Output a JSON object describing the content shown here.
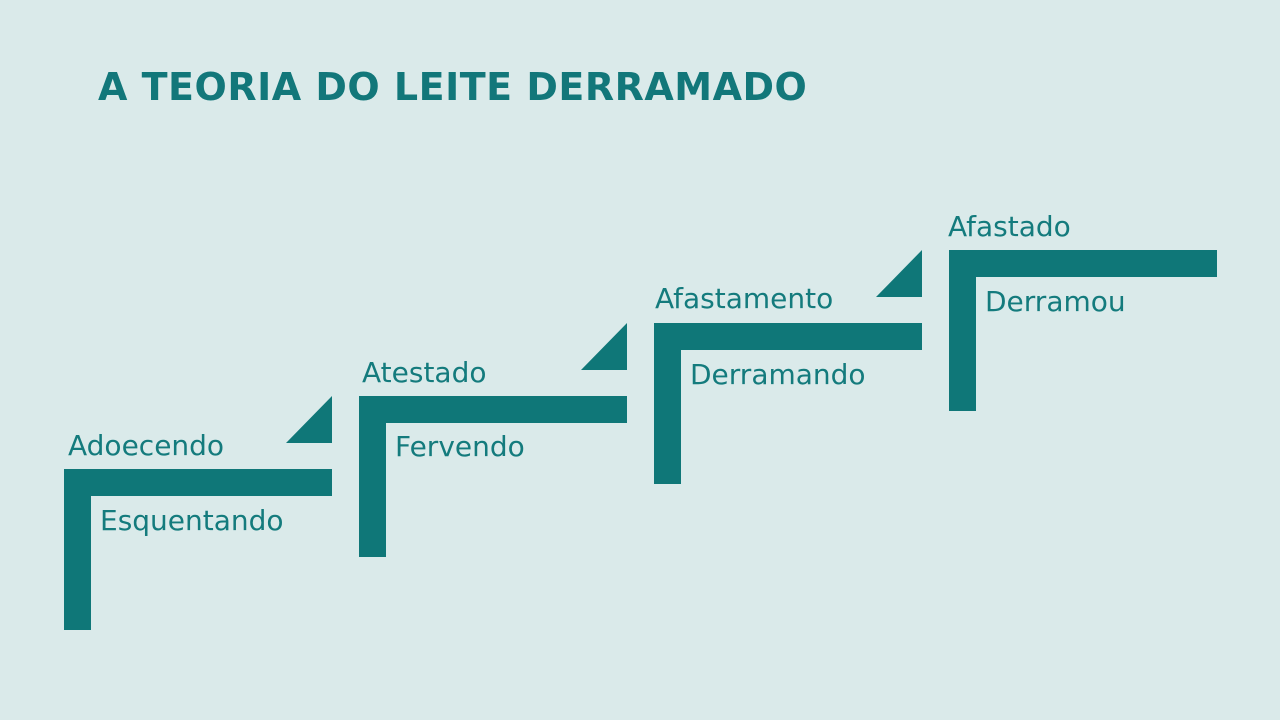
{
  "title": "A TEORIA DO LEITE DERRAMADO",
  "colors": {
    "background": "#daeaea",
    "accent": "#0f7778",
    "text": "#147b7d"
  },
  "steps": [
    {
      "upper_label": "Adoecendo",
      "inner_label": "Esquentando"
    },
    {
      "upper_label": "Atestado",
      "inner_label": "Fervendo"
    },
    {
      "upper_label": "Afastamento",
      "inner_label": "Derramando"
    },
    {
      "upper_label": "Afastado",
      "inner_label": "Derramou"
    }
  ]
}
